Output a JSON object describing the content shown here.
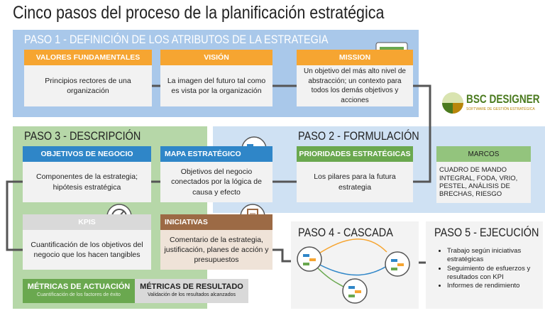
{
  "title": "Cinco pasos del proceso de la planificación estratégica",
  "paso1": {
    "title": "PASO 1 - DEFINICIÓN DE LOS ATRIBUTOS DE LA ESTRATEGIA",
    "items": [
      {
        "header": "VALORES FUNDAMENTALES",
        "text": "Principios rectores de una organización"
      },
      {
        "header": "VISIÓN",
        "text": "La imagen del futuro tal como es vista por la organización"
      },
      {
        "header": "MISSION",
        "text": "Un objetivo del más alto nivel de abstracción; un contexto para todos los demás objetivos y acciones"
      }
    ]
  },
  "paso2": {
    "title": "PASO 2 - FORMULACIÓN",
    "header": "PRIORIDADES ESTRATÉGICAS",
    "text": "Los pilares para la futura estrategia",
    "marcos_header": "MARCOS",
    "marcos_text": "CUADRO DE MANDO INTEGRAL, FODA, VRIO, PESTEL, ANÁLISIS DE BRECHAS, RIESGO"
  },
  "paso3": {
    "title": "PASO 3 - DESCRIPCIÓN",
    "items": [
      {
        "header": "OBJETIVOS DE NEGOCIO",
        "text": "Componentes de la estrategia; hipótesis estratégica"
      },
      {
        "header": "MAPA ESTRATÉGICO",
        "text": "Objetivos del negocio conectados por la lógica de causa y efecto"
      },
      {
        "header": "KPIS",
        "text": "Cuantificación de los objetivos del negocio que los hacen tangibles"
      },
      {
        "header": "INICIATIVAS",
        "text": "Comentario de la estrategia, justificación, planes de acción y presupuestos"
      }
    ],
    "metricas": [
      {
        "title": "MÉTRICAS DE ACTUACIÓN",
        "sub": "Cuantificación de los factores de éxito"
      },
      {
        "title": "MÉTRICAS DE RESULTADO",
        "sub": "Validación de los resultados alcanzados"
      }
    ]
  },
  "paso4": {
    "title": "PASO 4 - CASCADA"
  },
  "paso5": {
    "title": "PASO 5 - EJECUCIÓN",
    "items": [
      "Trabajo según iniciativas estratégicas",
      "Seguimiento de esfuerzos y resultados con KPI",
      "Informes de rendimiento"
    ]
  },
  "logo": {
    "name": "BSC DESIGNER",
    "tagline": "SOFTWARE DE GESTIÓN ESTRATÉGICA"
  }
}
